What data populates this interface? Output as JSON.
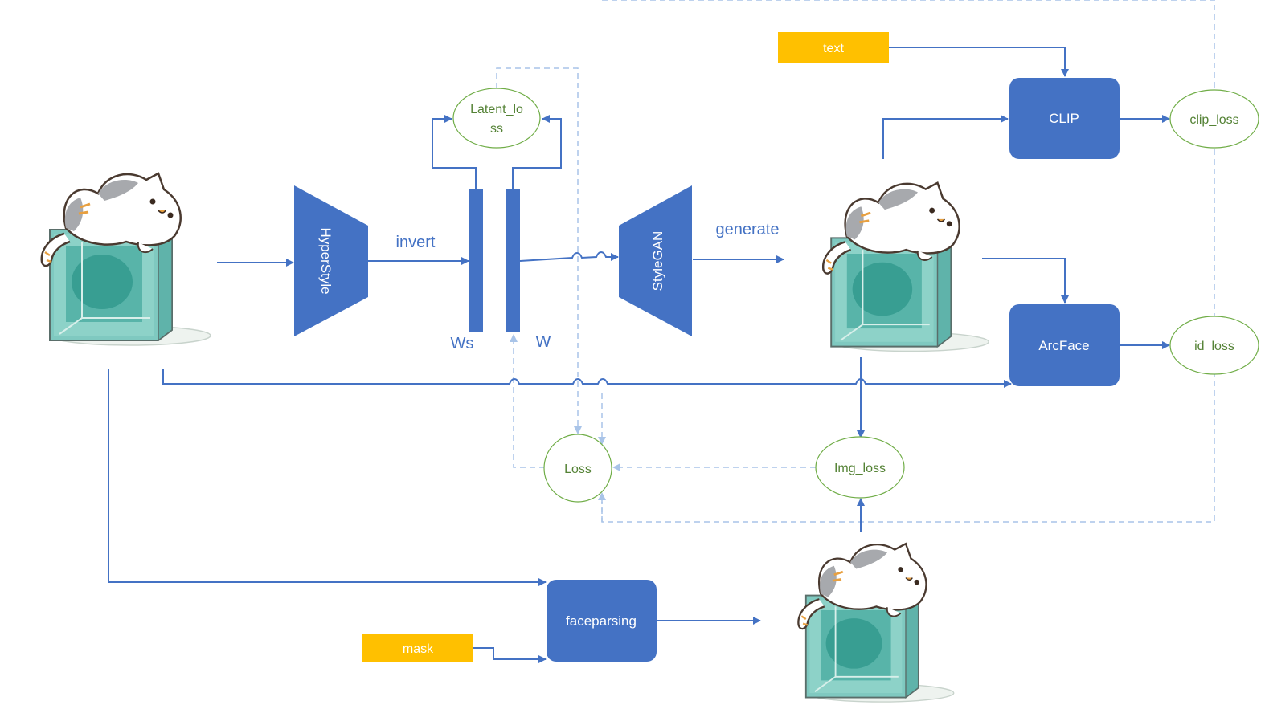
{
  "nodes": {
    "hyperstyle": "HyperStyle",
    "stylegan": "StyleGAN",
    "clip": "CLIP",
    "arcface": "ArcFace",
    "faceparsing": "faceparsing"
  },
  "inputs": {
    "text": "text",
    "mask": "mask"
  },
  "losses": {
    "latent_loss_line1": "Latent_lo",
    "latent_loss_line2": "ss",
    "clip_loss": "clip_loss",
    "id_loss": "id_loss",
    "img_loss": "Img_loss",
    "loss": "Loss"
  },
  "labels": {
    "invert": "invert",
    "generate": "generate",
    "ws": "Ws",
    "w": "W"
  },
  "colors": {
    "node_fill": "#4472c4",
    "arrow": "#4472c4",
    "dashed": "#a9c4e8",
    "loss_stroke": "#70ad47",
    "loss_text": "#548235",
    "tag_fill": "#ffc000"
  },
  "icons": [
    "cat-on-ice-cube-input",
    "cat-on-ice-cube-generated",
    "cat-on-ice-cube-masked"
  ]
}
